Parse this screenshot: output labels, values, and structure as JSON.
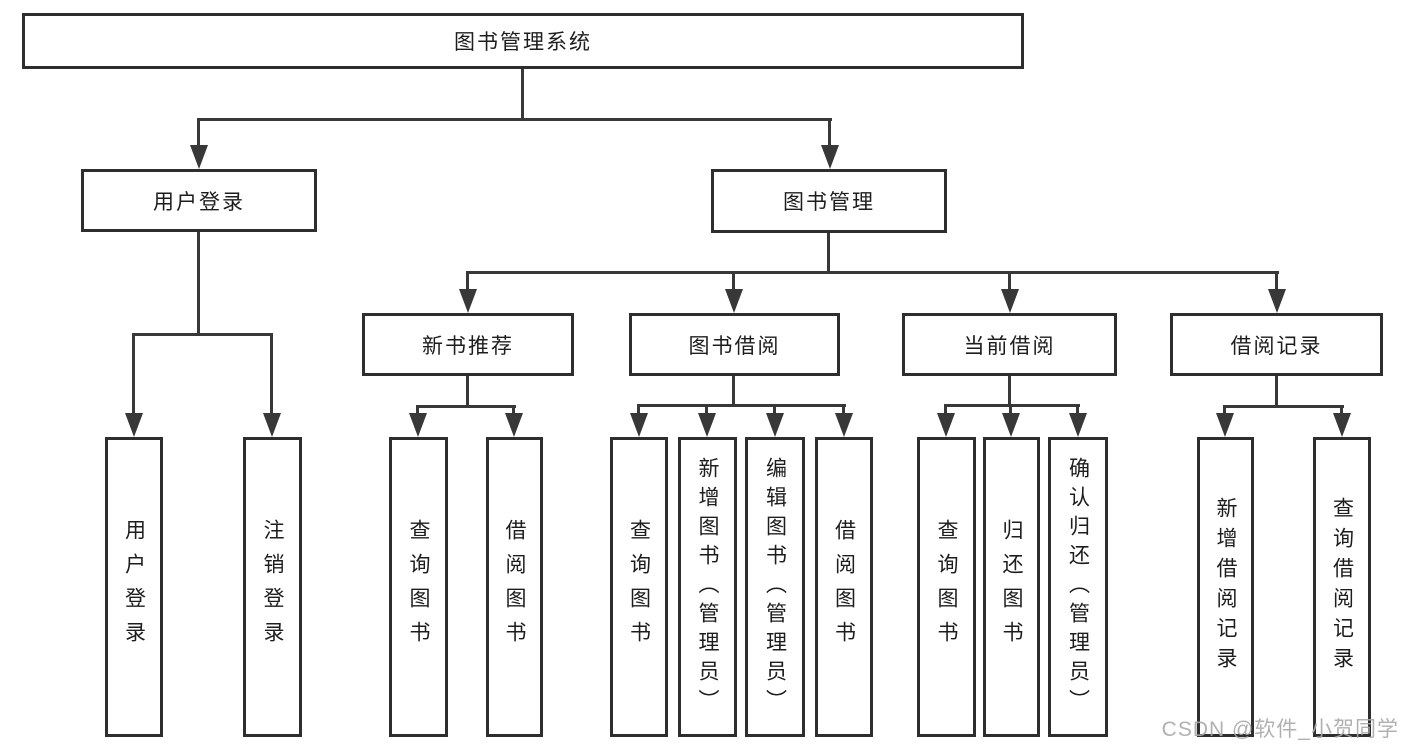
{
  "diagram": {
    "type": "tree",
    "title": "图书管理系统",
    "colors": {
      "background": "#ffffff",
      "box_border": "#2e2e2e",
      "connector_line": "#383838",
      "text": "#1d1d1d",
      "watermark_text": "#a8a8a8"
    },
    "nodes": {
      "root": {
        "label": "图书管理系统"
      },
      "user_login": {
        "label": "用户登录",
        "parent": "root"
      },
      "book_mgmt": {
        "label": "图书管理",
        "parent": "root"
      },
      "leaf_user_login": {
        "label": "用户登录",
        "parent": "user_login"
      },
      "leaf_logout": {
        "label": "注销登录",
        "parent": "user_login"
      },
      "new_book_rec": {
        "label": "新书推荐",
        "parent": "book_mgmt"
      },
      "book_borrow": {
        "label": "图书借阅",
        "parent": "book_mgmt"
      },
      "current_borrow": {
        "label": "当前借阅",
        "parent": "book_mgmt"
      },
      "borrow_record": {
        "label": "借阅记录",
        "parent": "book_mgmt"
      },
      "leaf_nbr_query": {
        "label": "查询图书",
        "parent": "new_book_rec"
      },
      "leaf_nbr_borrow": {
        "label": "借阅图书",
        "parent": "new_book_rec"
      },
      "leaf_bb_query": {
        "label": "查询图书",
        "parent": "book_borrow"
      },
      "leaf_bb_add": {
        "label": "新增图书（管理员）",
        "parent": "book_borrow"
      },
      "leaf_bb_edit": {
        "label": "编辑图书（管理员）",
        "parent": "book_borrow"
      },
      "leaf_bb_borrow": {
        "label": "借阅图书",
        "parent": "book_borrow"
      },
      "leaf_cb_query": {
        "label": "查询图书",
        "parent": "current_borrow"
      },
      "leaf_cb_return": {
        "label": "归还图书",
        "parent": "current_borrow"
      },
      "leaf_cb_confirm": {
        "label": "确认归还（管理员）",
        "parent": "current_borrow"
      },
      "leaf_br_add": {
        "label": "新增借阅记录",
        "parent": "borrow_record"
      },
      "leaf_br_query": {
        "label": "查询借阅记录",
        "parent": "borrow_record"
      }
    },
    "watermark": "CSDN @软件_小贺同学"
  }
}
